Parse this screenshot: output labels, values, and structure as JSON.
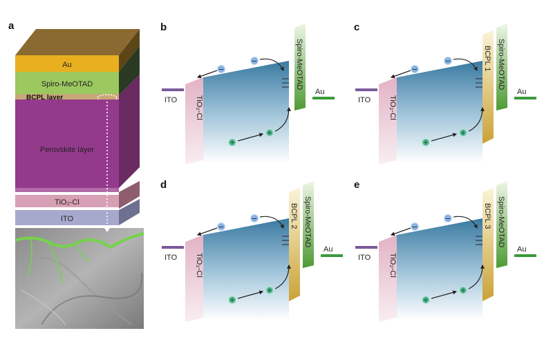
{
  "panel_a": {
    "letter": "a",
    "layers": {
      "au": "Au",
      "spiro": "Spiro-MeOTAD",
      "bcpl": "BCPL layer",
      "perovskite": "Perovskite layer",
      "tio2": "TiO₂-Cl",
      "ito": "ITO"
    },
    "colors": {
      "au": "#e8b020",
      "spiro": "#9cc860",
      "perovskite": "#943a8c",
      "tio2": "#d8a0b4",
      "ito": "#a6a9cc",
      "interface_line": "#76d24c"
    }
  },
  "panels": [
    {
      "letter": "b",
      "ito": "ITO",
      "tio2": "TiO₂-Cl",
      "spiro": "Spiro-MeOTAD",
      "au": "Au",
      "bcpl": ""
    },
    {
      "letter": "c",
      "ito": "ITO",
      "tio2": "TiO₂-Cl",
      "spiro": "Spiro-MeOTAD",
      "au": "Au",
      "bcpl": "BCPL 1"
    },
    {
      "letter": "d",
      "ito": "ITO",
      "tio2": "TiO₂-Cl",
      "spiro": "Spiro-MeOTAD",
      "au": "Au",
      "bcpl": "BCPL 2"
    },
    {
      "letter": "e",
      "ito": "ITO",
      "tio2": "TiO₂-Cl",
      "spiro": "Spiro-MeOTAD",
      "au": "Au",
      "bcpl": "BCPL 3"
    }
  ],
  "charges": {
    "electron": "−",
    "hole": "+"
  },
  "colors": {
    "ito_bar": "#7a5a9a",
    "au_bar": "#3a9a3a",
    "spiro": "#5e9e3c",
    "tio2": "#e8c8d4",
    "bcpl": "#d9b23a",
    "absorber_top": "#2f6d96",
    "absorber_bottom": "#ffffff"
  }
}
